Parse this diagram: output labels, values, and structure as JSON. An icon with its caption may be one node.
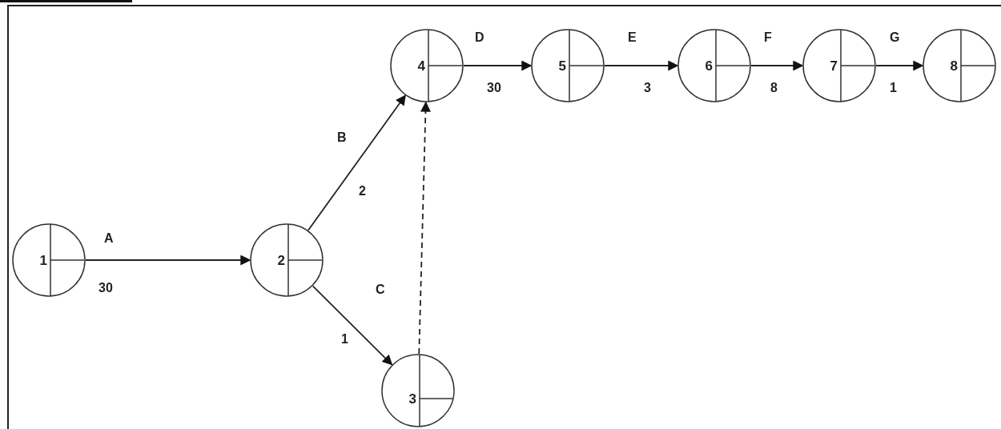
{
  "diagram": {
    "nodes": [
      {
        "text": [
          "1"
        ]
      },
      {
        "text": [
          "2"
        ]
      },
      {
        "text": [
          "3"
        ]
      },
      {
        "text": [
          "4"
        ]
      },
      {
        "text": [
          "5"
        ]
      },
      {
        "text": [
          "6"
        ]
      },
      {
        "text": [
          "7"
        ]
      },
      {
        "text": [
          "8"
        ]
      }
    ],
    "edges": [
      {
        "from": 0,
        "to": 1,
        "arrow": "to",
        "label": "A"
      },
      {
        "from": 1,
        "to": 3,
        "arrow": "to",
        "label": "B"
      },
      {
        "from": 1,
        "to": 2,
        "arrow": "to",
        "label": "C"
      },
      {
        "from": 2,
        "to": 3,
        "arrow": "to",
        "style": "dashed"
      },
      {
        "from": 3,
        "to": 4,
        "arrow": "to",
        "label": "D"
      },
      {
        "from": 4,
        "to": 5,
        "arrow": "to",
        "label": "E"
      },
      {
        "from": 5,
        "to": 6,
        "arrow": "to",
        "label": "F"
      },
      {
        "from": 6,
        "to": 7,
        "arrow": "to",
        "label": "G"
      }
    ],
    "labels": [
      "30",
      "2",
      "1",
      "30",
      "3",
      "8",
      "1"
    ]
  }
}
